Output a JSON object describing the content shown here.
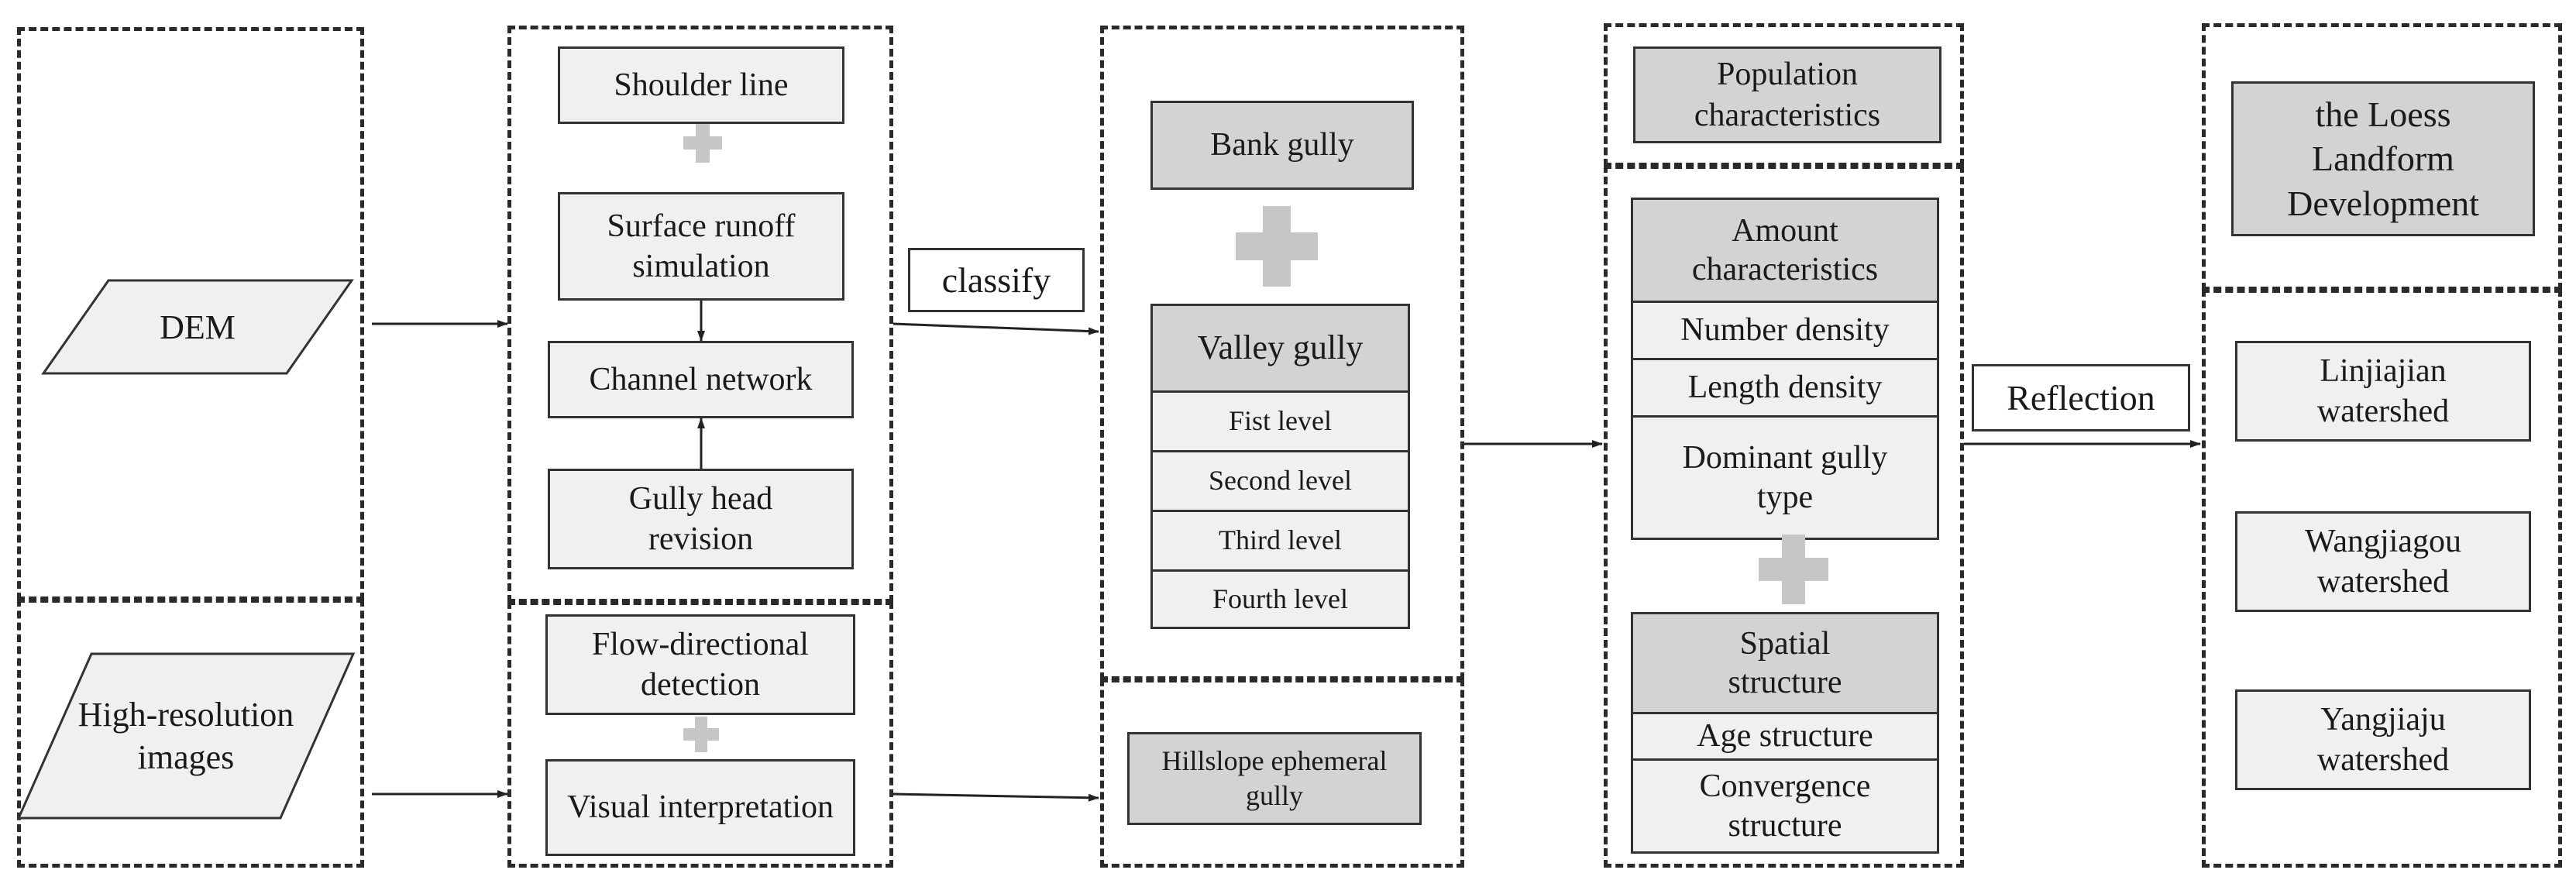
{
  "inputs": {
    "dem": "DEM",
    "images": "High-resolution images"
  },
  "extraction": {
    "shoulder_line": "Shoulder line",
    "surface_runoff": "Surface runoff simulation",
    "channel_network": "Channel network",
    "gully_head": "Gully head revision",
    "flow_detection": "Flow-directional detection",
    "visual_interpretation": "Visual interpretation"
  },
  "classify_label": "classify",
  "classification": {
    "bank_gully": "Bank gully",
    "valley_gully": "Valley gully",
    "levels": [
      "Fist level",
      "Second level",
      "Third level",
      "Fourth level"
    ],
    "hillslope": "Hillslope ephemeral gully"
  },
  "characteristics": {
    "population": "Population characteristics",
    "amount": "Amount characteristics",
    "amount_items": [
      "Number density",
      "Length density",
      "Dominant gully type"
    ],
    "spatial": "Spatial structure",
    "spatial_items": [
      "Age structure",
      "Convergence structure"
    ]
  },
  "reflection_label": "Reflection",
  "outcome": {
    "loess": "the Loess Landform Development",
    "watersheds": [
      "Linjiajian watershed",
      "Wangjiagou watershed",
      "Yangjiaju watershed"
    ]
  },
  "colors": {
    "light_fill": "#f0f0f0",
    "dark_fill": "#d3d3d3",
    "plus_fill": "#c6c6c6",
    "stroke": "#333333"
  }
}
